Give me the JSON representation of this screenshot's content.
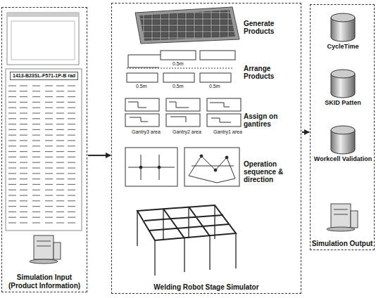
{
  "diagram": {
    "nodes": [
      {
        "text": [
          "Simulation Input (Product Information)"
        ]
      },
      {
        "text": [
          "Welding Robot Stage Simulator"
        ]
      },
      {
        "text": [
          "Simulation Output"
        ]
      },
      {
        "text": [
          "CycleTime"
        ],
        "in": 2
      },
      {
        "text": [
          "SKID Patten"
        ],
        "in": 2
      },
      {
        "text": [
          "Workcell Validation"
        ],
        "in": 2
      }
    ],
    "edges": [
      {
        "from": 0,
        "to": 1,
        "arrow": "to"
      },
      {
        "from": 1,
        "to": 2,
        "arrow": "to"
      }
    ],
    "labels": [
      "1413-B23SL-F571-1P-B rad",
      "Generate Products",
      "Arrange Products",
      "0.5m",
      "0.5m",
      "0.5m",
      "0.5m",
      "Assign on gantires",
      "Gantry3 area",
      "Gantry2 area",
      "Gantry1 area",
      "Operation sequence & direction"
    ]
  }
}
